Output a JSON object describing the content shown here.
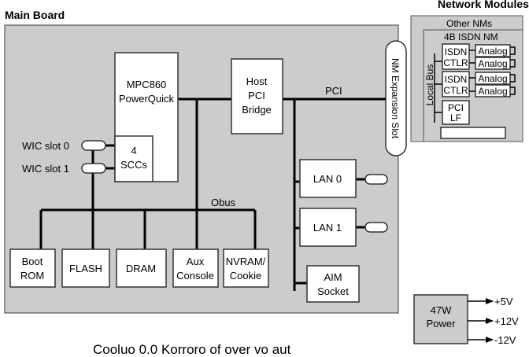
{
  "diagram": {
    "main_board_title": "Main Board",
    "network_modules_title": "Network Modules",
    "other_nms": "Other NMs",
    "isdn_nm": "4B ISDN NM",
    "local_bus": "Local Bus",
    "isdn_ctlr": [
      "ISDN",
      "CTLR"
    ],
    "analog": "Analog",
    "pci_lf": [
      "PCI",
      "LF"
    ],
    "nm_expansion_slot": "NM Expansion Slot",
    "cpu": [
      "MPC860",
      "PowerQuick"
    ],
    "sccs": [
      "4",
      "SCCs"
    ],
    "host_pci_bridge": [
      "Host",
      "PCI",
      "Bridge"
    ],
    "pci_label": "PCI",
    "obus_label": "Obus",
    "wic_slot_0": "WIC slot 0",
    "wic_slot_1": "WIC slot 1",
    "lan0": "LAN 0",
    "lan1": "LAN 1",
    "aim_socket": [
      "AIM",
      "Socket"
    ],
    "boot_rom": [
      "Boot",
      "ROM"
    ],
    "flash": "FLASH",
    "dram": "DRAM",
    "aux_console": [
      "Aux",
      "Console"
    ],
    "nvram_cookie": [
      "NVRAM/",
      "Cookie"
    ],
    "power": [
      "47W",
      "Power"
    ],
    "voltages": [
      "+5V",
      "+12V",
      "-12V"
    ],
    "caption": "Cooluo 0.0 Korroro of over vo aut"
  }
}
